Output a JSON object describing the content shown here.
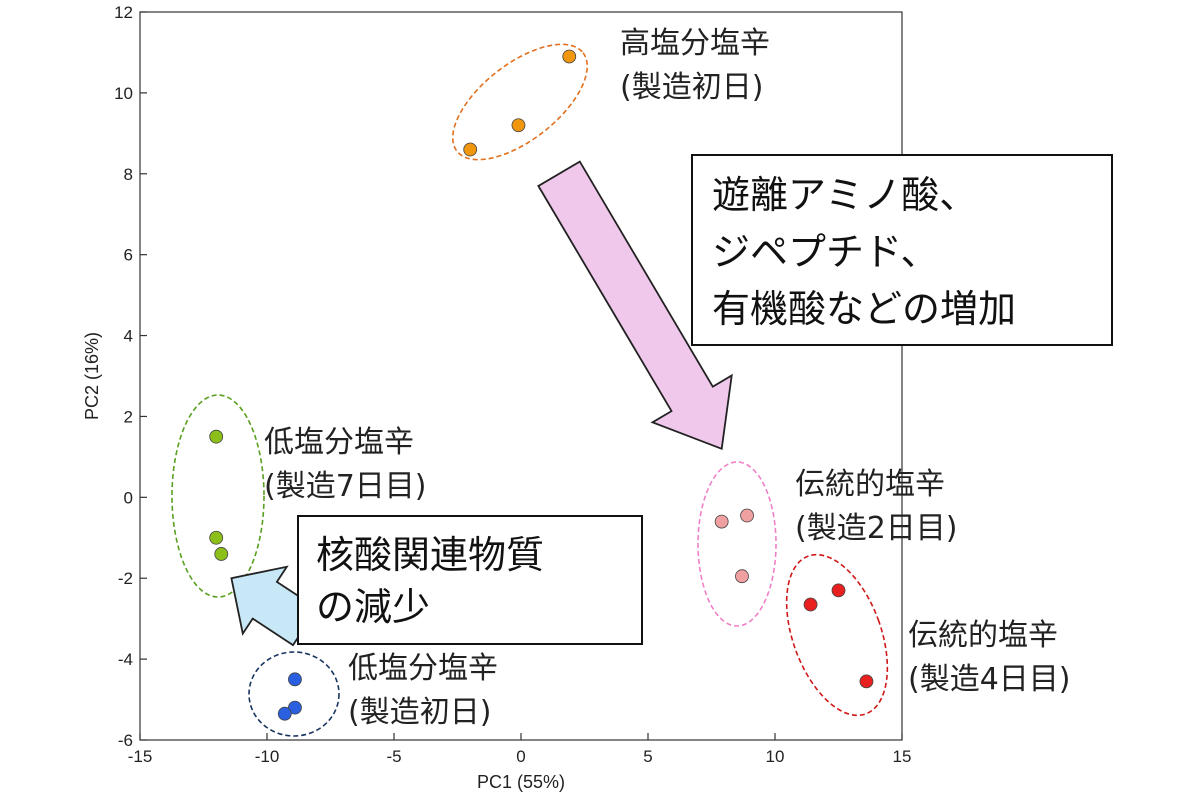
{
  "chart_data": {
    "type": "scatter",
    "xlabel": "PC1 (55%)",
    "ylabel": "PC2 (16%)",
    "xlim": [
      -15,
      15
    ],
    "ylim": [
      -6,
      12
    ],
    "xticks": [
      -15,
      -10,
      -5,
      0,
      5,
      10,
      15
    ],
    "yticks": [
      -6,
      -4,
      -2,
      0,
      2,
      4,
      6,
      8,
      10,
      12
    ],
    "grid": false,
    "series": [
      {
        "key": "high_salt_day1",
        "color": "#f0960f",
        "ring_color": "#e07020",
        "label_lines": [
          "高塩分塩辛",
          "(製造初日)"
        ],
        "points": [
          {
            "x": -2.0,
            "y": 8.6
          },
          {
            "x": -0.1,
            "y": 9.2
          },
          {
            "x": 1.9,
            "y": 10.9
          }
        ]
      },
      {
        "key": "low_salt_day7",
        "color": "#8cbf1a",
        "ring_color": "#5aa020",
        "label_lines": [
          "低塩分塩辛",
          "(製造7日目)"
        ],
        "points": [
          {
            "x": -12.0,
            "y": 1.5
          },
          {
            "x": -12.0,
            "y": -1.0
          },
          {
            "x": -11.8,
            "y": -1.4
          }
        ]
      },
      {
        "key": "low_salt_day1",
        "color": "#2a5fe0",
        "ring_color": "#1a3560",
        "label_lines": [
          "低塩分塩辛",
          "(製造初日)"
        ],
        "points": [
          {
            "x": -8.9,
            "y": -4.5
          },
          {
            "x": -8.9,
            "y": -5.2
          },
          {
            "x": -9.3,
            "y": -5.35
          }
        ]
      },
      {
        "key": "traditional_day2",
        "color": "#f0a0a0",
        "ring_color": "#f080c8",
        "label_lines": [
          "伝統的塩辛",
          "(製造2日目)"
        ],
        "points": [
          {
            "x": 7.9,
            "y": -0.6
          },
          {
            "x": 8.9,
            "y": -0.45
          },
          {
            "x": 8.7,
            "y": -1.95
          }
        ]
      },
      {
        "key": "traditional_day4",
        "color": "#e82020",
        "ring_color": "#d01818",
        "label_lines": [
          "伝統的塩辛",
          "(製造4日目)"
        ],
        "points": [
          {
            "x": 11.4,
            "y": -2.65
          },
          {
            "x": 12.5,
            "y": -2.3
          },
          {
            "x": 13.6,
            "y": -4.55
          }
        ]
      }
    ],
    "annotations": [
      {
        "key": "increase",
        "lines": [
          "遊離アミノ酸、",
          "ジペプチド、",
          "有機酸などの増加"
        ]
      },
      {
        "key": "decrease",
        "lines": [
          "核酸関連物質",
          "の減少"
        ]
      }
    ],
    "arrows": [
      {
        "key": "pink",
        "color": "#f0c8ec",
        "from": {
          "x": 1.5,
          "y": 8.0
        },
        "to": {
          "x": 7.9,
          "y": 1.2
        }
      },
      {
        "key": "blue",
        "color": "#c8e8f8",
        "from": {
          "x": -8.5,
          "y": -3.2
        },
        "to": {
          "x": -11.4,
          "y": -2.0
        }
      }
    ]
  }
}
